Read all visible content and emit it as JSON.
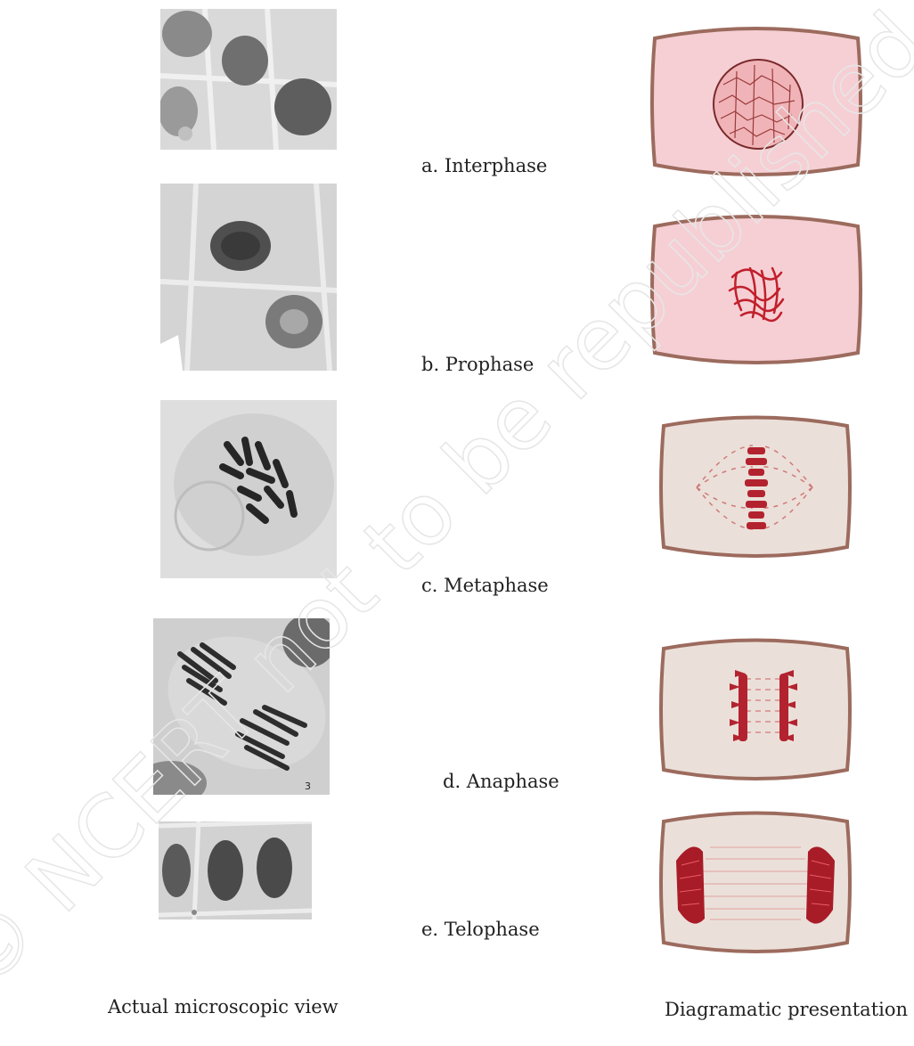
{
  "phases": [
    {
      "id": "interphase",
      "label": "a. Interphase"
    },
    {
      "id": "prophase",
      "label": "b. Prophase"
    },
    {
      "id": "metaphase",
      "label": "c. Metaphase"
    },
    {
      "id": "anaphase",
      "label": "d. Anaphase"
    },
    {
      "id": "telophase",
      "label": "e. Telophase"
    }
  ],
  "captions": {
    "left": "Actual microscopic view",
    "right": "Diagramatic presentation"
  },
  "watermark": "© NCERT not to be republished",
  "colors": {
    "pink_fill": "#f6cfd4",
    "beige_fill": "#ebe0d9",
    "frame_stroke": "#9c6b5e",
    "chromosome": "#b3232f"
  }
}
